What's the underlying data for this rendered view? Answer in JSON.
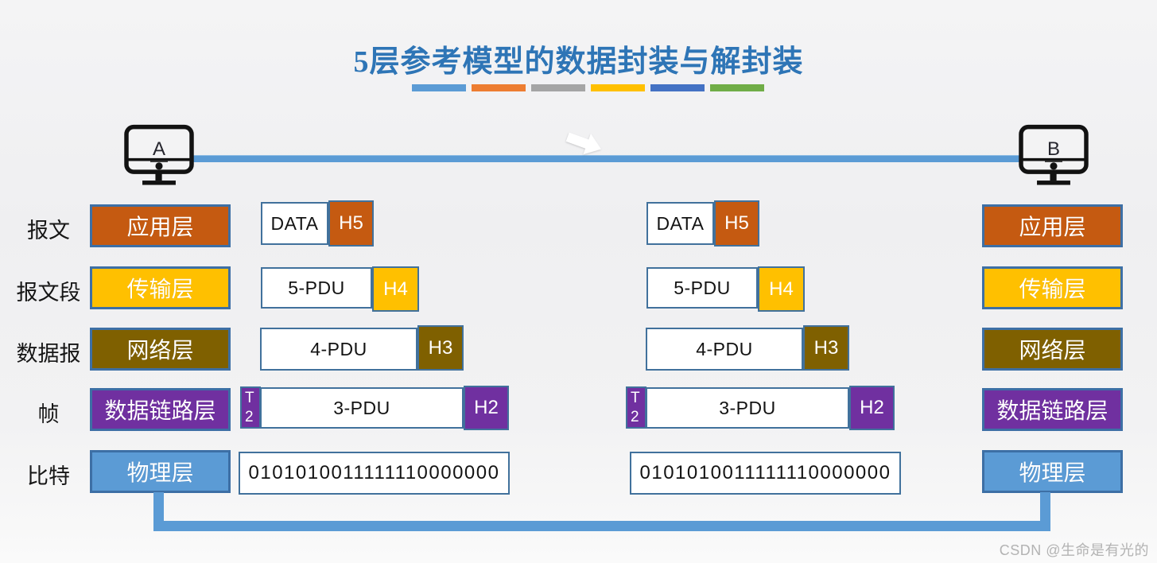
{
  "page": {
    "title": "5层参考模型的数据封装与解封装",
    "watermark": "CSDN @生命是有光的"
  },
  "hosts": {
    "left": "A",
    "right": "B"
  },
  "divider_colors": [
    "#5B9BD5",
    "#ED7D31",
    "#A5A5A5",
    "#FFC000",
    "#4472C4",
    "#70AD47"
  ],
  "rows": [
    {
      "unit": "报文",
      "layer": "应用层",
      "color": "#C55A11"
    },
    {
      "unit": "报文段",
      "layer": "传输层",
      "color": "#FFC000"
    },
    {
      "unit": "数据报",
      "layer": "网络层",
      "color": "#7F6000"
    },
    {
      "unit": "帧",
      "layer": "数据链路层",
      "color": "#7030A0"
    },
    {
      "unit": "比特",
      "layer": "物理层",
      "color": "#5B9BD5"
    }
  ],
  "pdu_rows": [
    {
      "payload": "DATA",
      "header": "H5",
      "header_color": "#C55A11"
    },
    {
      "payload": "5-PDU",
      "header": "H4",
      "header_color": "#FFC000"
    },
    {
      "payload": "4-PDU",
      "header": "H3",
      "header_color": "#7F6000"
    },
    {
      "payload": "3-PDU",
      "header": "H2",
      "trailer": "T2",
      "header_color": "#7030A0",
      "trailer_color": "#7030A0"
    },
    {
      "bits": "0101010011111110000000"
    }
  ],
  "colors": {
    "title": "#2E75B6",
    "box_border": "#41719C",
    "link_line": "#5B9BD5"
  }
}
